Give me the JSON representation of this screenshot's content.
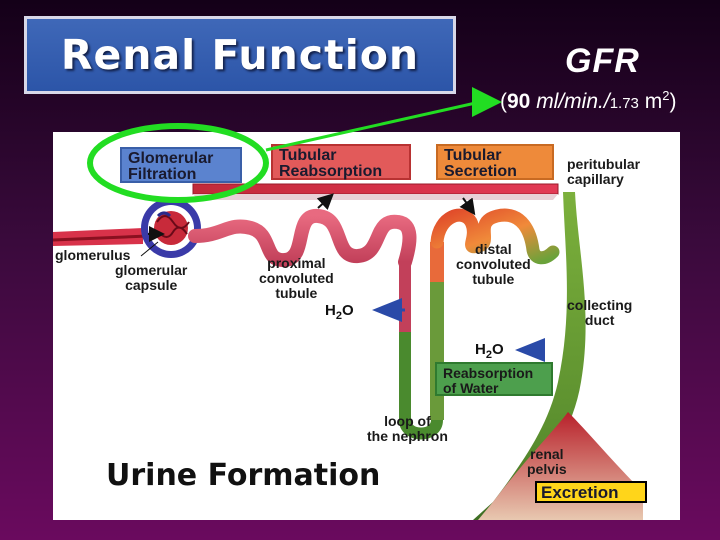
{
  "slide": {
    "title": "Renal Function",
    "gfr_heading": "GFR",
    "gfr_rate": {
      "open": "(",
      "value": "90",
      "units": " ml/min./",
      "area": "1.73",
      "area_unit": " m",
      "exponent": "2",
      "close": ")"
    }
  },
  "diagram": {
    "boxes": {
      "glomerular_filtration": [
        "Glomerular",
        "Filtration"
      ],
      "tubular_reabsorption": [
        "Tubular",
        "Reabsorption"
      ],
      "tubular_secretion": [
        "Tubular",
        "Secretion"
      ],
      "reabsorption_of_water": [
        "Reabsorption",
        "of Water"
      ],
      "excretion": "Excretion"
    },
    "labels": {
      "peritubular_capillary": [
        "peritubular",
        "capillary"
      ],
      "glomerulus": "glomerulus",
      "glomerular_capsule": [
        "glomerular",
        "capsule"
      ],
      "proximal_convoluted_tubule": [
        "proximal",
        "convoluted",
        "tubule"
      ],
      "distal_convoluted_tubule": [
        "distal",
        "convoluted",
        "tubule"
      ],
      "collecting_duct": [
        "collecting",
        "duct"
      ],
      "loop_of_the_nephron": [
        "loop of",
        "the nephron"
      ],
      "renal_pelvis": [
        "renal",
        "pelvis"
      ],
      "h2o_left": {
        "h": "H",
        "sub": "2",
        "o": "O"
      },
      "h2o_right": {
        "h": "H",
        "sub": "2",
        "o": "O"
      }
    },
    "caption": "Urine Formation",
    "colors": {
      "filtration_blue": "#5b83cf",
      "reabsorption_red": "#e25a5a",
      "secretion_orange": "#ee8a3a",
      "water_green": "#4d9f4d",
      "excretion_yellow": "#ffd51a",
      "highlight_green": "#22dd22",
      "title_blue": "#3160b0"
    }
  }
}
